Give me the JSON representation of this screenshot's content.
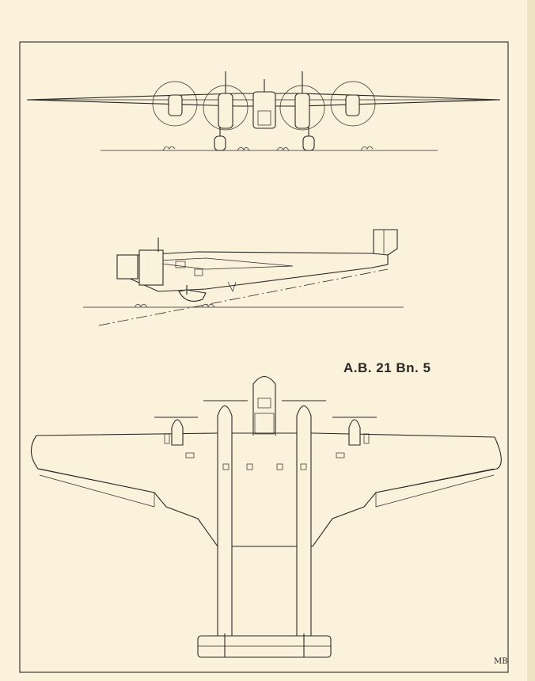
{
  "drawing": {
    "caption": "A.B. 21 Bn. 5",
    "signature": "MB"
  },
  "colors": {
    "paper": "#fbf2dc",
    "ink": "#2a2826"
  },
  "views": [
    "front-view",
    "side-view",
    "plan-view"
  ]
}
